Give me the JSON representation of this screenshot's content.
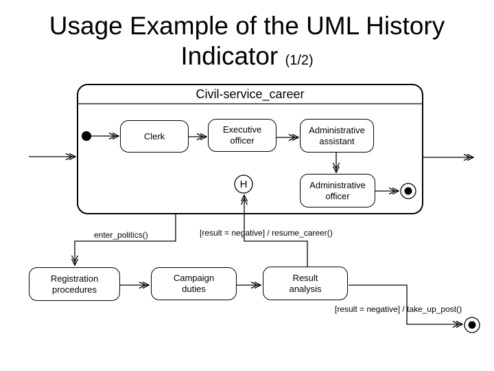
{
  "title": {
    "line1": "Usage Example of the UML History",
    "line2": "Indicator",
    "suffix": "(1/2)"
  },
  "frame": {
    "title": "Civil-service_career"
  },
  "states": {
    "clerk": [
      "Clerk"
    ],
    "executive_officer": [
      "Executive",
      "officer"
    ],
    "administrative_assistant": [
      "Administrative",
      "assistant"
    ],
    "administrative_officer": [
      "Administrative",
      "officer"
    ],
    "registration_procedures": [
      "Registration",
      "procedures"
    ],
    "campaign_duties": [
      "Campaign",
      "duties"
    ],
    "result_analysis": [
      "Result",
      "analysis"
    ]
  },
  "history_indicator": {
    "label": "H"
  },
  "transitions": {
    "enter_politics": "enter_politics()",
    "resume_career": "[result = negative] / resume_career()",
    "take_up_post": "[result = negative] / take_up_post()"
  },
  "colors": {
    "ink": "#000000",
    "background": "#ffffff"
  }
}
